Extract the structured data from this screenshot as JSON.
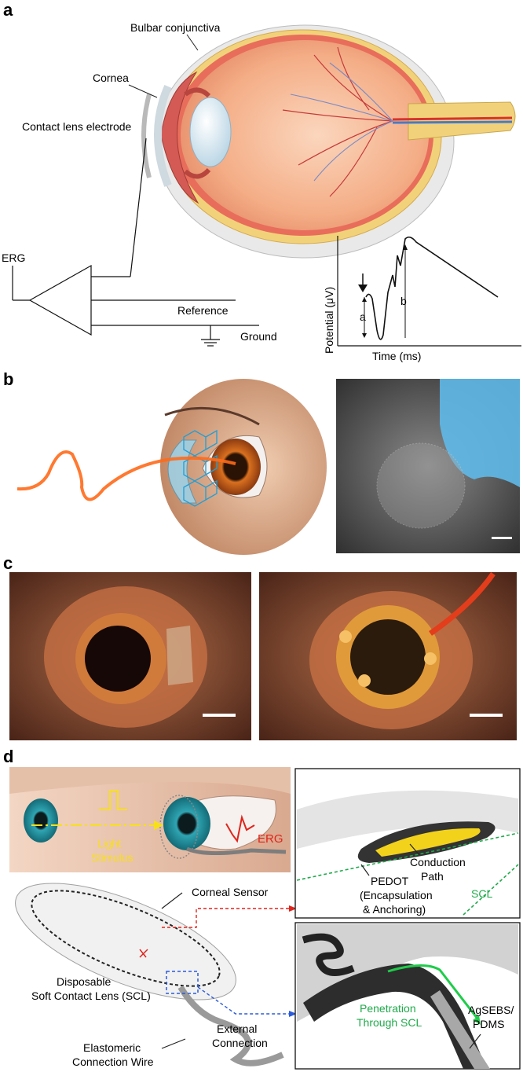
{
  "panels": {
    "a": {
      "letter": "a",
      "labels": {
        "bulbar": "Bulbar conjunctiva",
        "cornea": "Cornea",
        "contact_lens": "Contact lens electrode",
        "erg": "ERG",
        "reference": "Reference",
        "ground": "Ground"
      },
      "waveform": {
        "ylabel": "Potential (μV)",
        "xlabel": "Time (ms)",
        "marker_a": "a",
        "marker_b": "b"
      }
    },
    "b": {
      "letter": "b"
    },
    "c": {
      "letter": "c"
    },
    "d": {
      "letter": "d",
      "labels": {
        "light_stimulus_1": "Light",
        "light_stimulus_2": "Stimulus",
        "erg": "ERG",
        "corneal_sensor": "Corneal Sensor",
        "disposable_1": "Disposable",
        "disposable_2": "Soft Contact Lens (SCL)",
        "external_1": "External",
        "external_2": "Connection",
        "elastomeric_1": "Elastomeric",
        "elastomeric_2": "Connection Wire",
        "conduction_1": "Conduction",
        "conduction_2": "Path",
        "pedot_1": "PEDOT",
        "pedot_2": "(Encapsulation",
        "pedot_3": "& Anchoring)",
        "scl": "SCL",
        "penetration_1": "Penetration",
        "penetration_2": "Through SCL",
        "agsebs_1": "AgSEBS/",
        "agsebs_2": "PDMS"
      }
    }
  },
  "colors": {
    "eye_flesh": "#f4b08a",
    "sclera_yellow": "#f1d27a",
    "iris_orange": "#c4501f",
    "stimulus_yellow": "#f7e01a",
    "erg_red": "#e0241b",
    "pedot_yellow": "#f2d21b",
    "scl_green": "#1faa4a",
    "glove_blue": "#5fb9e8"
  }
}
